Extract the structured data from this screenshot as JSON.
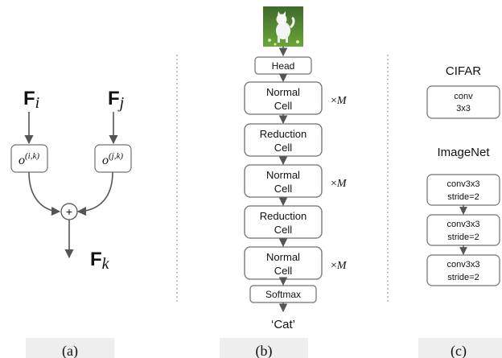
{
  "panel_a": {
    "node_i": {
      "base": "F",
      "sub": "i"
    },
    "node_j": {
      "base": "F",
      "sub": "j"
    },
    "node_k": {
      "base": "F",
      "sub": "k"
    },
    "op_ik": {
      "base": "o",
      "sup": "(i,k)"
    },
    "op_jk": {
      "base": "o",
      "sup": "(j,k)"
    },
    "sum_symbol": "+",
    "caption": "(a)"
  },
  "panel_b": {
    "input_image": "white-kitten-on-grass",
    "head": "Head",
    "cells": [
      {
        "line1": "Normal",
        "line2": "Cell"
      },
      {
        "line1": "Reduction",
        "line2": "Cell"
      },
      {
        "line1": "Normal",
        "line2": "Cell"
      },
      {
        "line1": "Reduction",
        "line2": "Cell"
      },
      {
        "line1": "Normal",
        "line2": "Cell"
      }
    ],
    "repeat_label": "×",
    "repeat_var": "M",
    "softmax": "Softmax",
    "output": "‘Cat’",
    "caption": "(b)"
  },
  "panel_c": {
    "cifar_title": "CIFAR",
    "cifar_box": {
      "line1": "conv",
      "line2": "3x3"
    },
    "imagenet_title": "ImageNet",
    "imagenet_boxes": [
      {
        "line1": "conv3x3",
        "line2": "stride=2"
      },
      {
        "line1": "conv3x3",
        "line2": "stride=2"
      },
      {
        "line1": "conv3x3",
        "line2": "stride=2"
      }
    ],
    "caption": "(c)"
  },
  "colors": {
    "arrow": "#555555",
    "box_stroke": "#707070",
    "divider": "#9a9a9a",
    "caption_bg": "#eeeeee"
  }
}
